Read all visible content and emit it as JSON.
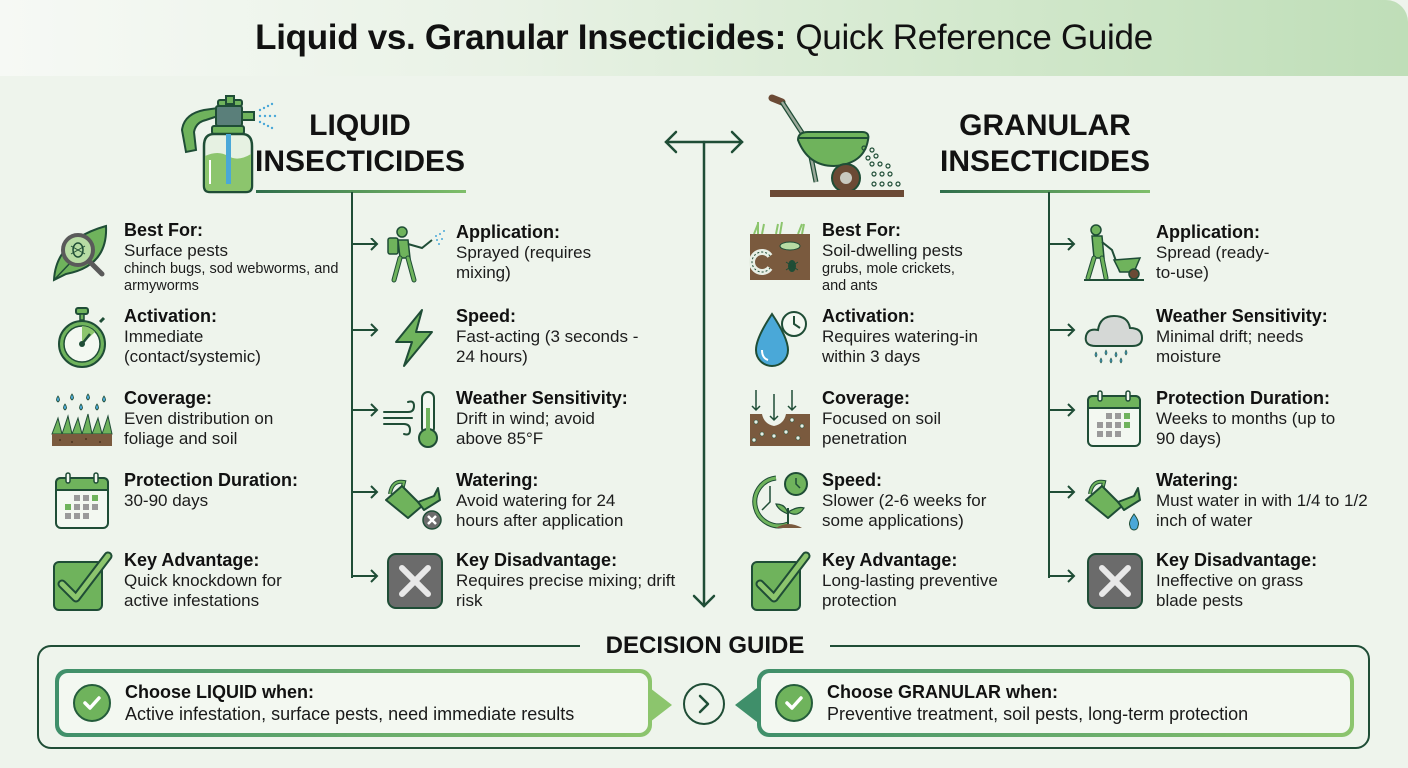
{
  "header": {
    "title_bold": "Liquid vs. Granular Insecticides:",
    "title_regular": " Quick Reference Guide"
  },
  "liquid": {
    "title_line1": "LIQUID",
    "title_line2": "INSECTICIDES",
    "header_icon": "spray-bottle-icon",
    "left_items": [
      {
        "icon": "leaf-magnifier-bug-icon",
        "label": "Best For:",
        "desc": "Surface pests",
        "sub": "chinch bugs, sod webworms, and armyworms"
      },
      {
        "icon": "stopwatch-icon",
        "label": "Activation:",
        "desc": "Immediate (contact/systemic)"
      },
      {
        "icon": "rain-on-grass-icon",
        "label": "Coverage:",
        "desc": "Even distribution on foliage and soil"
      },
      {
        "icon": "calendar-icon",
        "label": "Protection Duration:",
        "desc": "30-90 days"
      },
      {
        "icon": "checkmark-box-icon",
        "label": "Key Advantage:",
        "desc": "Quick knockdown for active infestations"
      }
    ],
    "right_items": [
      {
        "icon": "person-spraying-icon",
        "label": "Application:",
        "desc": "Sprayed (requires mixing)"
      },
      {
        "icon": "lightning-bolt-icon",
        "label": "Speed:",
        "desc": "Fast-acting (3 seconds - 24 hours)"
      },
      {
        "icon": "wind-thermometer-icon",
        "label": "Weather Sensitivity:",
        "desc": "Drift in wind; avoid above 85°F"
      },
      {
        "icon": "watering-can-no-icon",
        "label": "Watering:",
        "desc": "Avoid watering for 24 hours after application"
      },
      {
        "icon": "x-box-icon",
        "label": "Key Disadvantage:",
        "desc": "Requires precise mixing; drift risk"
      }
    ]
  },
  "granular": {
    "title_line1": "GRANULAR",
    "title_line2": "INSECTICIDES",
    "header_icon": "broadcast-spreader-icon",
    "left_items": [
      {
        "icon": "soil-grub-icon",
        "label": "Best For:",
        "desc": "Soil-dwelling pests",
        "sub": "grubs, mole crickets, and ants"
      },
      {
        "icon": "water-drop-clock-icon",
        "label": "Activation:",
        "desc": "Requires watering-in within 3 days"
      },
      {
        "icon": "soil-penetration-icon",
        "label": "Coverage:",
        "desc": "Focused on soil penetration"
      },
      {
        "icon": "clock-sprout-icon",
        "label": "Speed:",
        "desc": "Slower (2-6 weeks for some applications)"
      },
      {
        "icon": "checkmark-box-icon",
        "label": "Key Advantage:",
        "desc": "Long-lasting preventive protection"
      }
    ],
    "right_items": [
      {
        "icon": "person-spreader-icon",
        "label": "Application:",
        "desc": "Spread (ready-to-use)"
      },
      {
        "icon": "rain-cloud-icon",
        "label": "Weather Sensitivity:",
        "desc": "Minimal drift; needs moisture"
      },
      {
        "icon": "calendar-icon",
        "label": "Protection Duration:",
        "desc": "Weeks to months (up to 90 days)"
      },
      {
        "icon": "watering-can-drop-icon",
        "label": "Watering:",
        "desc": "Must water in with 1/4 to 1/2 inch of water"
      },
      {
        "icon": "x-box-icon",
        "label": "Key Disadvantage:",
        "desc": "Ineffective on grass blade pests"
      }
    ]
  },
  "decision": {
    "title": "DECISION GUIDE",
    "liquid": {
      "title": "Choose LIQUID when:",
      "desc": "Active infestation, surface pests, need immediate results"
    },
    "granular": {
      "title": "Choose GRANULAR when:",
      "desc": "Preventive treatment, soil pests, long-term protection"
    }
  },
  "colors": {
    "accent_green": "#6fb35c",
    "dark_green": "#1f4d36",
    "background": "#eef4ec",
    "water_blue": "#4aa8d8",
    "soil_brown": "#7a5a3e",
    "disadvantage_gray": "#6b6b6b"
  }
}
